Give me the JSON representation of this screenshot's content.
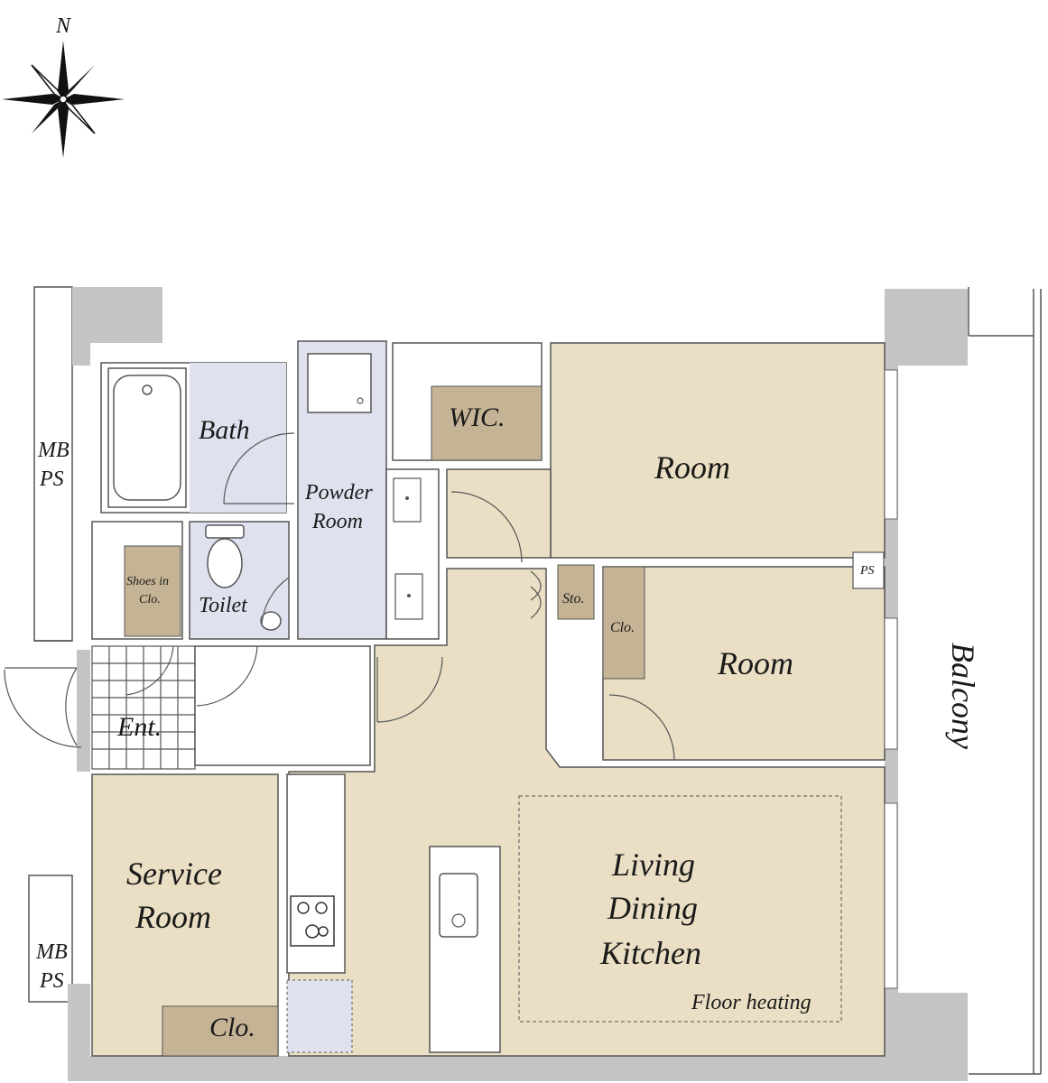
{
  "compass": {
    "north": "N"
  },
  "rooms": {
    "bath": "Bath",
    "powder_room": [
      "Powder",
      "Room"
    ],
    "wic": "WIC.",
    "room_main": "Room",
    "shoes_closet": [
      "Shoes in",
      "Clo."
    ],
    "toilet": "Toilet",
    "storage": "Sto.",
    "closet_room2": "Clo.",
    "room_second": "Room",
    "entrance": "Ent.",
    "service_room": [
      "Service",
      "Room"
    ],
    "closet_service": "Clo.",
    "ldk": [
      "Living",
      "Dining",
      "Kitchen"
    ],
    "floor_heating": "Floor heating"
  },
  "shafts": {
    "mbps_top": [
      "MB",
      "PS"
    ],
    "mbps_bottom": [
      "MB",
      "PS"
    ],
    "ps": "PS"
  },
  "balcony": "Balcony",
  "colors": {
    "wall": "#c4c4c4",
    "room_fill": "#eadfc4",
    "closet_fill": "#c5b395",
    "wet_fill": "#dfe2ee",
    "line": "#555555"
  }
}
